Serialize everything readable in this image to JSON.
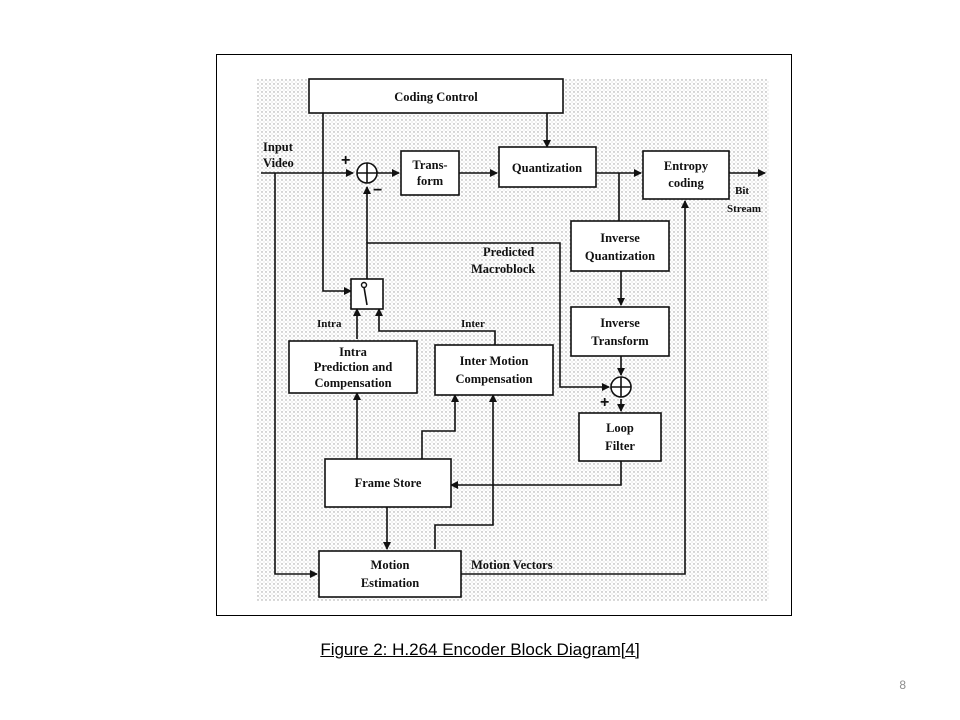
{
  "figure": {
    "blocks": {
      "coding_control": "Coding Control",
      "transform_1": "Trans-",
      "transform_2": "form",
      "quantization": "Quantization",
      "entropy_1": "Entropy",
      "entropy_2": "coding",
      "inverse_quant_1": "Inverse",
      "inverse_quant_2": "Quantization",
      "inverse_transform_1": "Inverse",
      "inverse_transform_2": "Transform",
      "intra_1": "Intra",
      "intra_2": "Prediction and",
      "intra_3": "Compensation",
      "inter_mc_1": "Inter Motion",
      "inter_mc_2": "Compensation",
      "loop_filter_1": "Loop",
      "loop_filter_2": "Filter",
      "frame_store": "Frame Store",
      "motion_est_1": "Motion",
      "motion_est_2": "Estimation"
    },
    "labels": {
      "input_1": "Input",
      "input_2": "Video",
      "bit_1": "Bit",
      "bit_2": "Stream",
      "predicted_1": "Predicted",
      "predicted_2": "Macroblock",
      "intra": "Intra",
      "inter": "Inter",
      "motion_vectors": "Motion Vectors",
      "plus_sign": "+",
      "minus_sign": "−",
      "plus_sign_2": "+"
    }
  },
  "caption": "Figure 2: H.264 Encoder Block Diagram[4] ",
  "page_number": "8"
}
